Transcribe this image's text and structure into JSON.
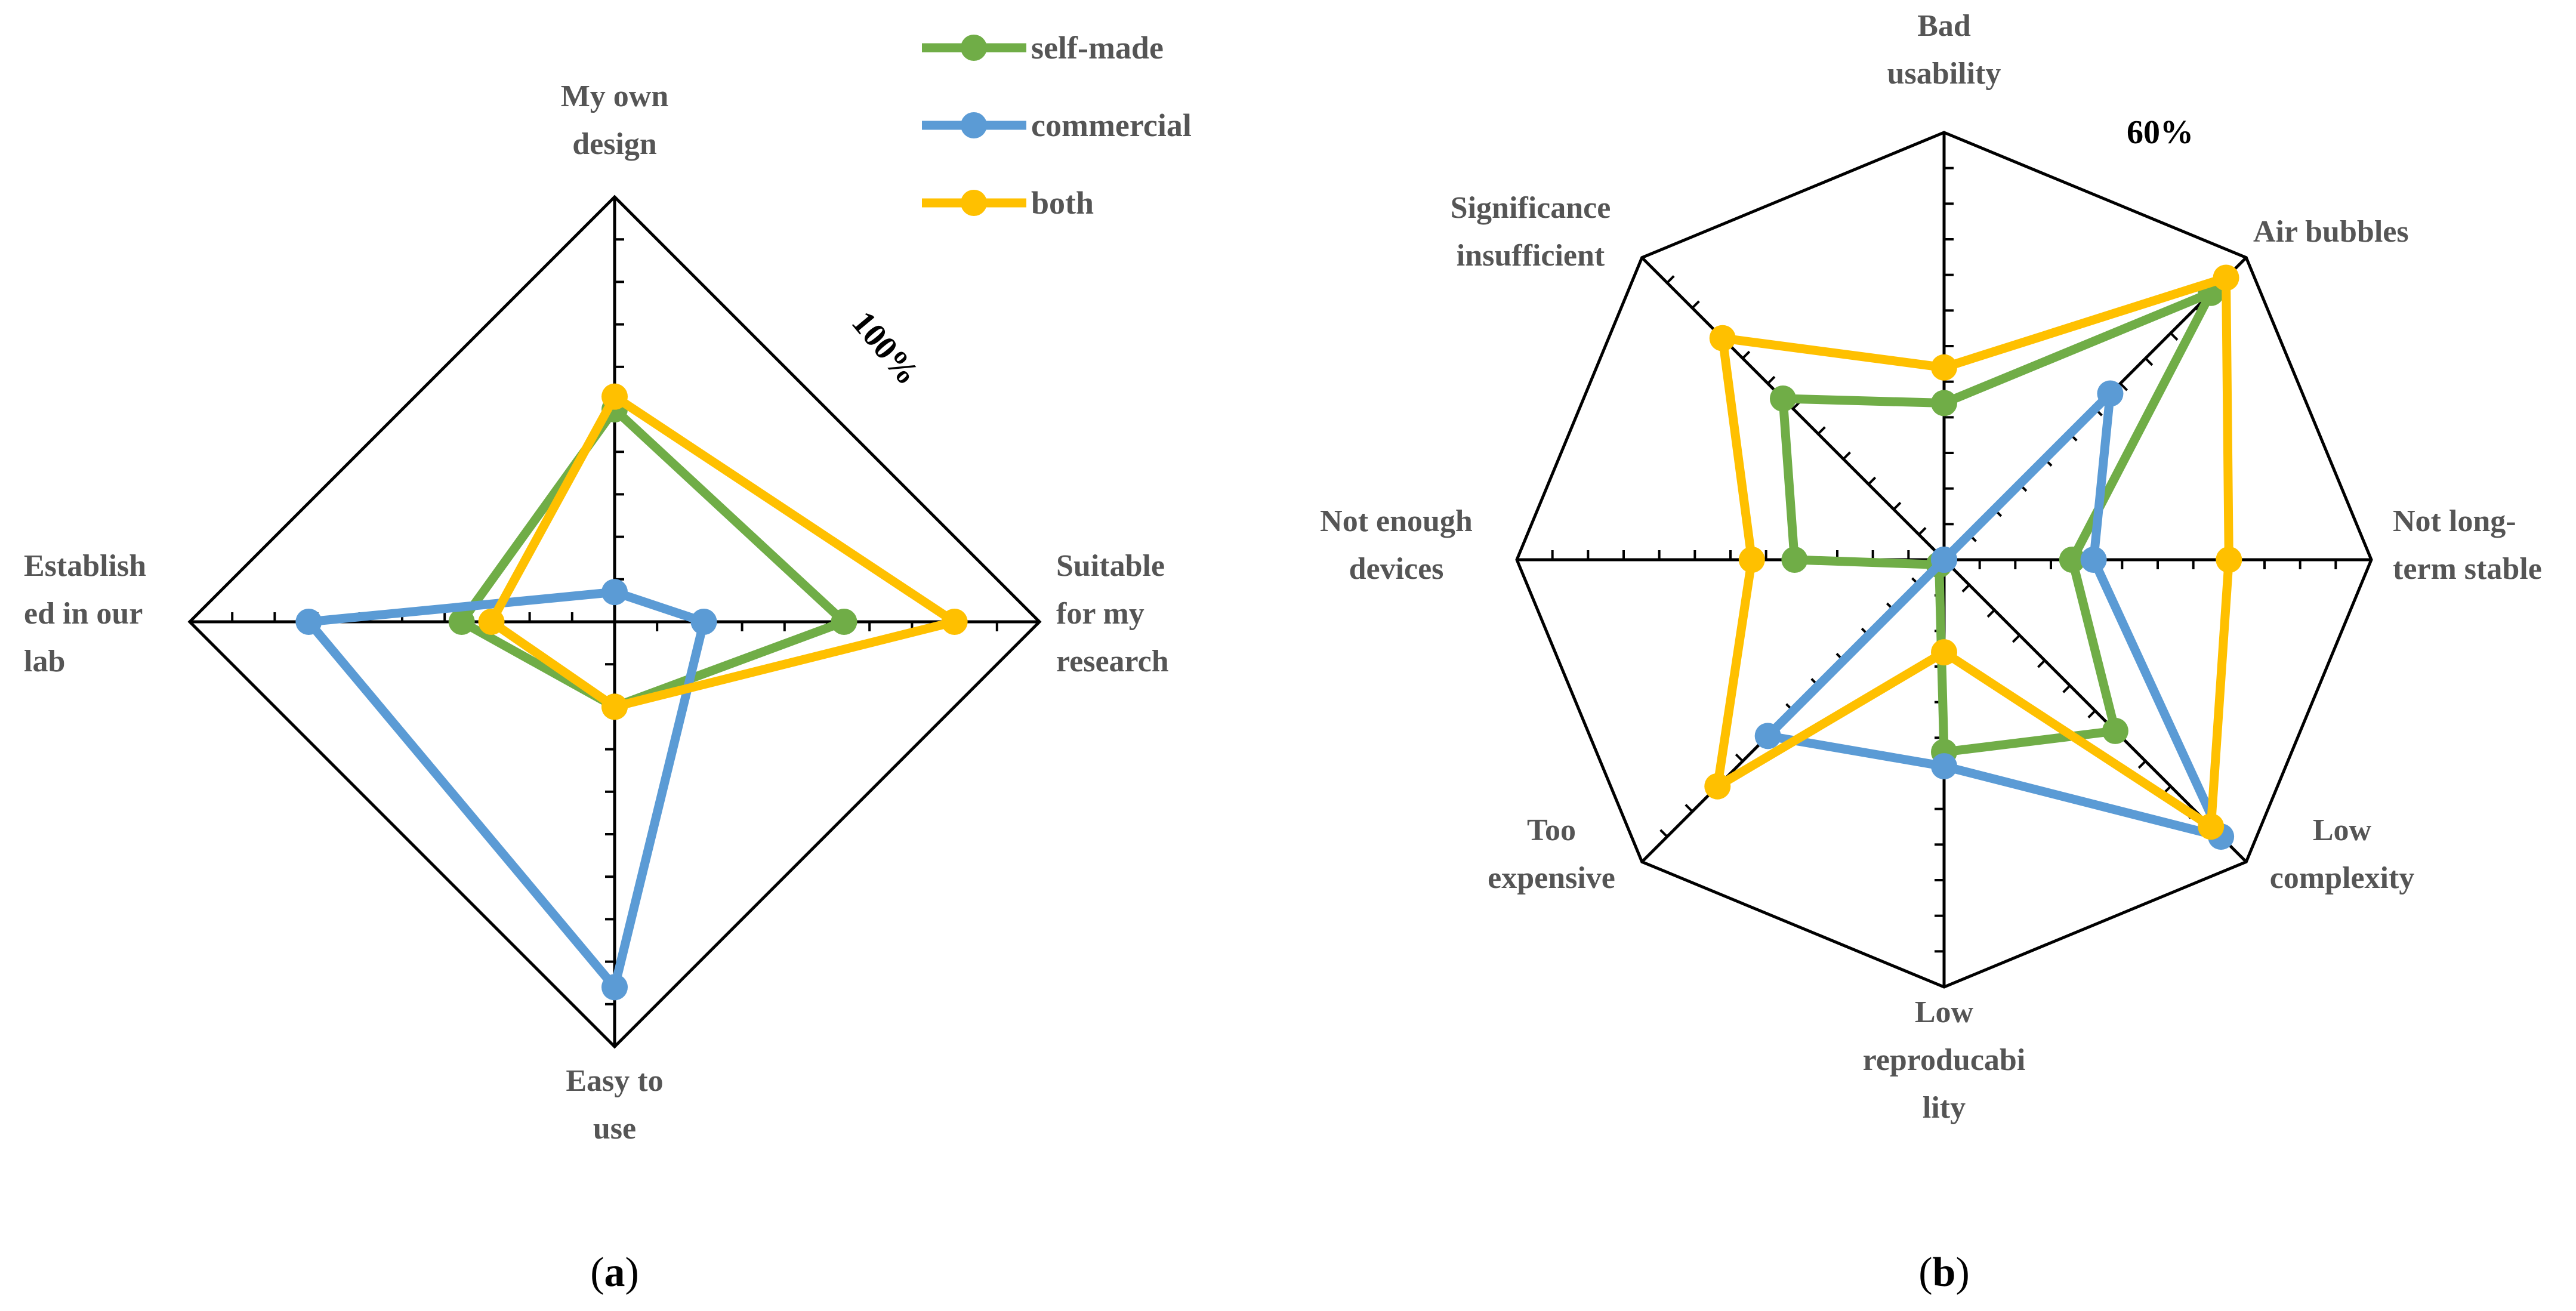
{
  "legend": [
    {
      "name": "self-made",
      "color": "#70AD47"
    },
    {
      "name": "commercial",
      "color": "#5B9BD5"
    },
    {
      "name": "both",
      "color": "#FFC000"
    }
  ],
  "panel_labels": {
    "a": "a",
    "b": "b"
  },
  "chart_data": [
    {
      "type": "radar",
      "panel": "a",
      "max_label": "100%",
      "axis_max": 100,
      "tick_step": 10,
      "grid": false,
      "legend_position": "top-right",
      "categories": [
        [
          "My own",
          "design"
        ],
        [
          "Suitable",
          "for my",
          "research"
        ],
        [
          "Easy to",
          "use"
        ],
        [
          "Establish",
          "ed in our",
          "lab"
        ]
      ],
      "series": [
        {
          "name": "self-made",
          "color": "#70AD47",
          "values": [
            50,
            54,
            20,
            36
          ]
        },
        {
          "name": "commercial",
          "color": "#5B9BD5",
          "values": [
            7,
            21,
            86,
            72
          ]
        },
        {
          "name": "both",
          "color": "#FFC000",
          "values": [
            53,
            80,
            20,
            29
          ]
        }
      ]
    },
    {
      "type": "radar",
      "panel": "b",
      "max_label": "60%",
      "axis_max": 60,
      "tick_step": 5,
      "grid": false,
      "categories": [
        [
          "Bad",
          "usability"
        ],
        [
          "Air bubbles"
        ],
        [
          "Not long-",
          "term stable"
        ],
        [
          "Low",
          "complexity"
        ],
        [
          "Low",
          "reproducabi",
          "lity"
        ],
        [
          "Too",
          "expensive"
        ],
        [
          "Not enough",
          "devices"
        ],
        [
          "Significance",
          "insufficient"
        ]
      ],
      "series": [
        {
          "name": "self-made",
          "color": "#70AD47",
          "values": [
            22,
            53,
            18,
            34,
            27,
            1,
            21,
            32
          ]
        },
        {
          "name": "commercial",
          "color": "#5B9BD5",
          "values": [
            0,
            33,
            21,
            55,
            29,
            35,
            0,
            0
          ]
        },
        {
          "name": "both",
          "color": "#FFC000",
          "values": [
            27,
            56,
            40,
            53,
            13,
            45,
            27,
            44
          ]
        }
      ]
    }
  ]
}
